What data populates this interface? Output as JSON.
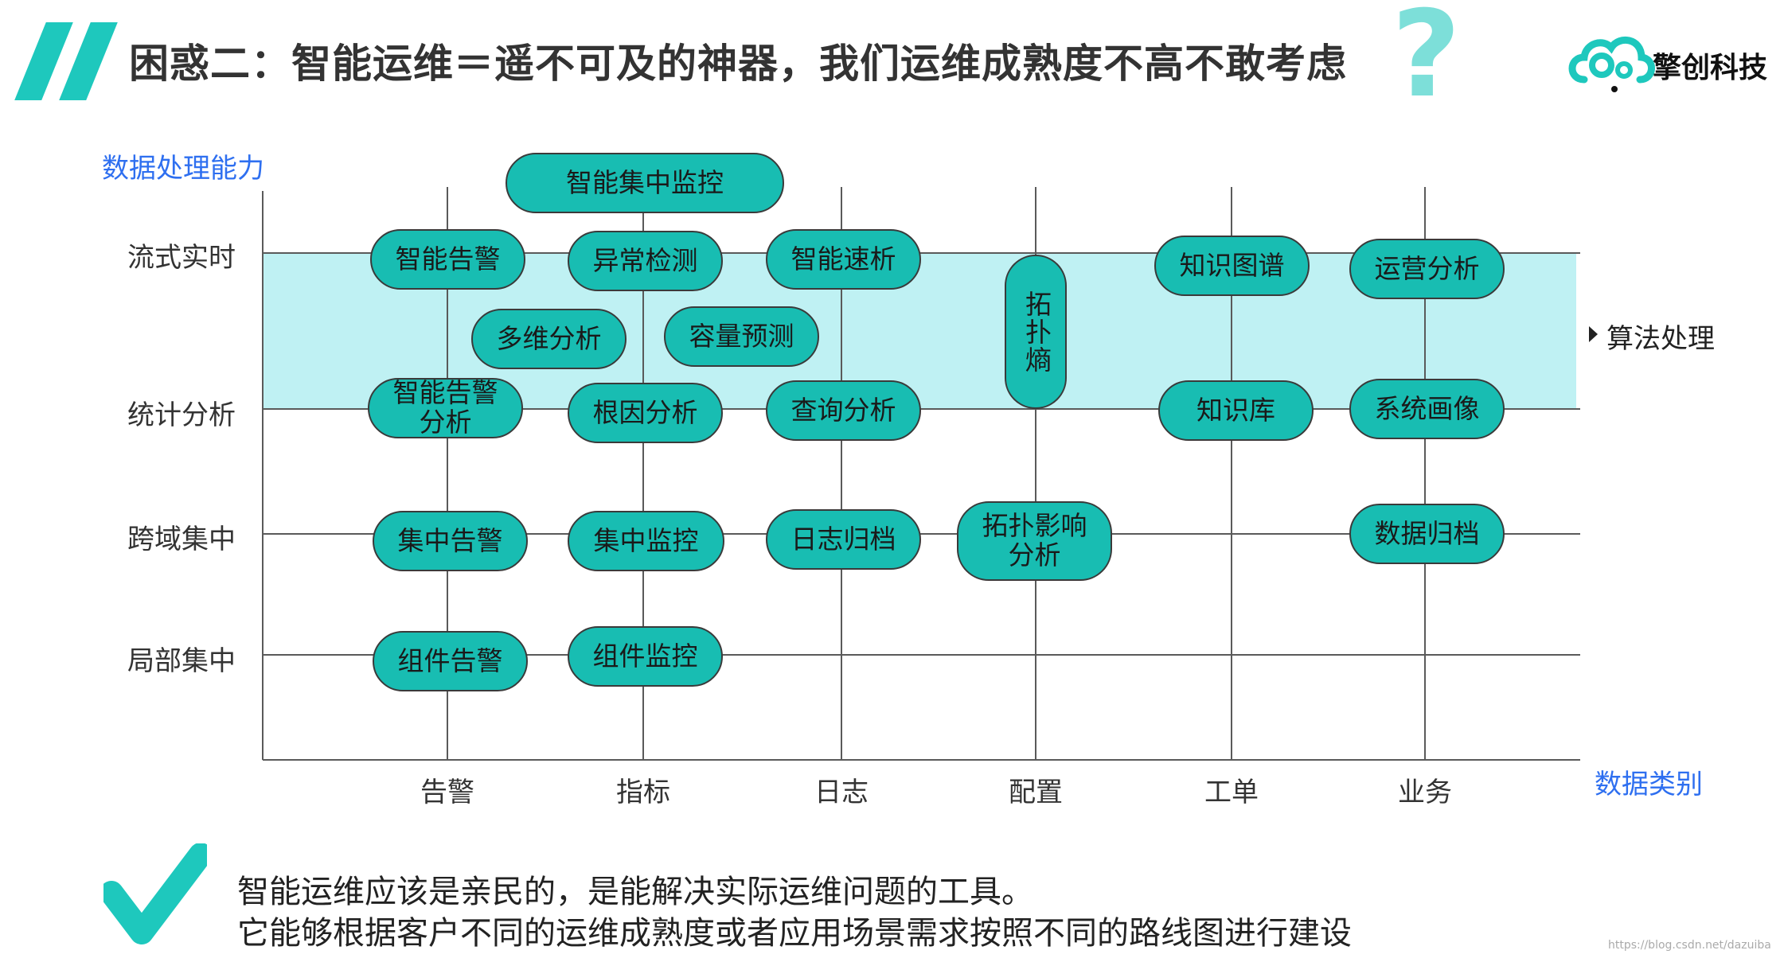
{
  "header": {
    "title": "困惑二：智能运维＝遥不可及的神器，我们运维成熟度不高不敢考虑",
    "question_mark": "?",
    "brand_name": "擎创科技"
  },
  "axes": {
    "y_title": "数据处理能力",
    "x_title": "数据类别",
    "y_levels": [
      "流式实时",
      "统计分析",
      "跨域集中",
      "局部集中"
    ],
    "x_categories": [
      "告警",
      "指标",
      "日志",
      "配置",
      "工单",
      "业务"
    ],
    "band_label": "算法处理"
  },
  "nodes": {
    "n_smart_monitor": "智能集中监控",
    "n_smart_alarm": "智能告警",
    "n_anomaly": "异常检测",
    "n_smart_speed": "智能速析",
    "n_topo_entropy": "拓扑熵",
    "n_kg": "知识图谱",
    "n_ops_analysis": "运营分析",
    "n_multi_dim": "多维分析",
    "n_capacity": "容量预测",
    "n_smart_alarm_analysis": "智能告警分析",
    "n_root_cause": "根因分析",
    "n_query": "查询分析",
    "n_kb": "知识库",
    "n_sys_portrait": "系统画像",
    "n_central_alarm": "集中告警",
    "n_central_monitor": "集中监控",
    "n_log_archive": "日志归档",
    "n_topo_impact": "拓扑影响分析",
    "n_data_archive": "数据归档",
    "n_comp_alarm": "组件告警",
    "n_comp_monitor": "组件监控"
  },
  "footer": {
    "line1": "智能运维应该是亲民的，是能解决实际运维问题的工具。",
    "line2": "它能够根据客户不同的运维成熟度或者应用场景需求按照不同的路线图进行建设",
    "watermark": "https://blog.csdn.net/dazuiba"
  },
  "colors": {
    "accent": "#18bdb2",
    "band": "#bff1f3",
    "axis_title": "#2e6ff0"
  }
}
